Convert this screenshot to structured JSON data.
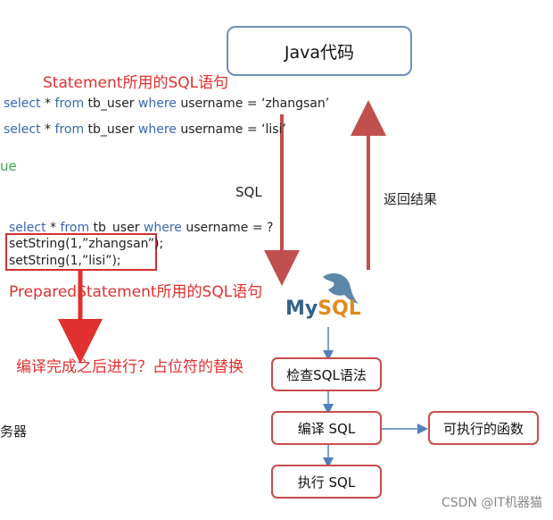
{
  "java_box": "Java代码",
  "statement_title": "Statement所用的SQL语句",
  "statement_lines": [
    {
      "kw1": "select",
      "mid1": " * ",
      "kw2": "from",
      "mid2": " tb_user ",
      "kw3": "where",
      "rest": " username = ‘zhangsan’"
    },
    {
      "kw1": "select",
      "mid1": " * ",
      "kw2": "from",
      "mid2": " tb_user ",
      "kw3": "where",
      "rest": " username = ‘lisi’"
    }
  ],
  "left_fragment": "ue",
  "sql_label": "SQL",
  "return_label": "返回结果",
  "prepared_query": {
    "kw1": "select",
    "mid1": " * ",
    "kw2": "from",
    "mid2": " tb_user ",
    "kw3": "where",
    "rest": " username = ?"
  },
  "set_lines": [
    "setString(1,”zhangsan”);",
    "setString(1,”lisi”);"
  ],
  "prepared_title": "PreparedStatement所用的SQL语句",
  "compile_note": "编译完成之后进行？占位符的替换",
  "server_fragment": "务器",
  "mysql_logo": {
    "my": "My",
    "sql": "SQL"
  },
  "flow_boxes": {
    "check": "检查SQL语法",
    "compile": "编译 SQL",
    "function": "可执行的函数",
    "execute": "执行 SQL"
  },
  "watermark": "CSDN @IT机器猫",
  "colors": {
    "red_title": "#e0302f",
    "arrow_red": "#c0504d",
    "keyword_blue": "#3a67b0",
    "flow_arrow": "#4f81bd"
  }
}
